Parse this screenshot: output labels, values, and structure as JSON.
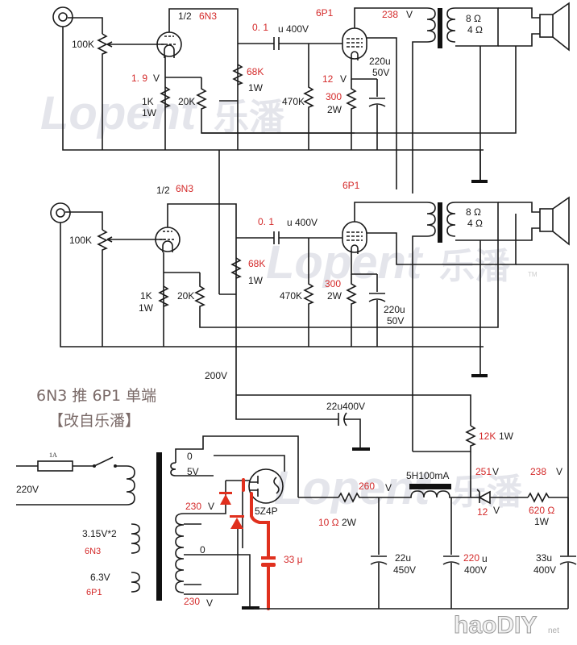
{
  "title": {
    "line1": "6N3 推 6P1 单端",
    "line2": "【改自乐潘】"
  },
  "watermark": {
    "latin": "Lopent",
    "chinese": "乐潘",
    "tm": "TM",
    "site_logo": "haoDIY",
    "site_suffix": "net"
  },
  "channel1": {
    "volume_pot": "100K",
    "tube1_label": "1/2",
    "tube1_type": "6N3",
    "cathode_voltage": "1. 9",
    "cathode_voltage_unit": "V",
    "cathode_resistor": "1K",
    "cathode_resistor_power": "1W",
    "feedback_resistor": "20K",
    "plate_resistor": "68K",
    "plate_resistor_power": "1W",
    "coupling_cap_value": "0. 1",
    "coupling_cap_rating": "u 400V",
    "grid_resistor": "470K",
    "tube2_type": "6P1",
    "plate_voltage": "238",
    "plate_voltage_unit": "V",
    "tube2_cathode_voltage": "12",
    "tube2_cathode_voltage_unit": "V",
    "tube2_cathode_resistor": "300",
    "tube2_cathode_resistor_power": "2W",
    "bypass_cap": "220u",
    "bypass_cap_rating": "50V",
    "output_tap_8": "8 Ω",
    "output_tap_4": "4 Ω"
  },
  "channel2": {
    "volume_pot": "100K",
    "tube1_label": "1/2",
    "tube1_type": "6N3",
    "cathode_resistor": "1K",
    "cathode_resistor_power": "1W",
    "feedback_resistor": "20K",
    "plate_resistor": "68K",
    "plate_resistor_power": "1W",
    "coupling_cap_value": "0. 1",
    "coupling_cap_rating": "u 400V",
    "grid_resistor": "470K",
    "tube2_type": "6P1",
    "tube2_cathode_resistor": "300",
    "tube2_cathode_resistor_power": "2W",
    "bypass_cap": "220u",
    "bypass_cap_rating": "50V",
    "output_tap_8": "8 Ω",
    "output_tap_4": "4 Ω"
  },
  "power_supply": {
    "driver_rail": "200V",
    "driver_decoupling_cap": "22u400V",
    "dropping_resistor": "12K",
    "dropping_resistor_power": "1W",
    "fuse": "1A",
    "mains": "220V",
    "heater_6n3": "3.15V*2",
    "heater_6n3_tube": "6N3",
    "heater_6p1": "6.3V",
    "heater_6p1_tube": "6P1",
    "rect_heater_0": "0",
    "rect_heater_5v": "5V",
    "hv_top": "230",
    "hv_top_unit": "V",
    "hv_center": "0",
    "hv_bottom": "230",
    "hv_bottom_unit": "V",
    "rectifier": "5Z4P",
    "added_cap": "33 μ",
    "series_resistor_value": "10 Ω",
    "series_resistor_power": "2W",
    "rect_out_voltage": "260",
    "rect_out_unit": "V",
    "choke": "5H100mA",
    "choke_out_voltage": "251",
    "choke_out_unit": "V",
    "zener_voltage": "12",
    "zener_unit": "V",
    "final_voltage": "238",
    "final_unit": "V",
    "final_resistor": "620 Ω",
    "final_resistor_power": "1W",
    "cap1": "22u",
    "cap1_rating": "450V",
    "cap2": "220",
    "cap2_unit": "u",
    "cap2_rating": "400V",
    "cap3": "33u",
    "cap3_rating": "400V"
  }
}
